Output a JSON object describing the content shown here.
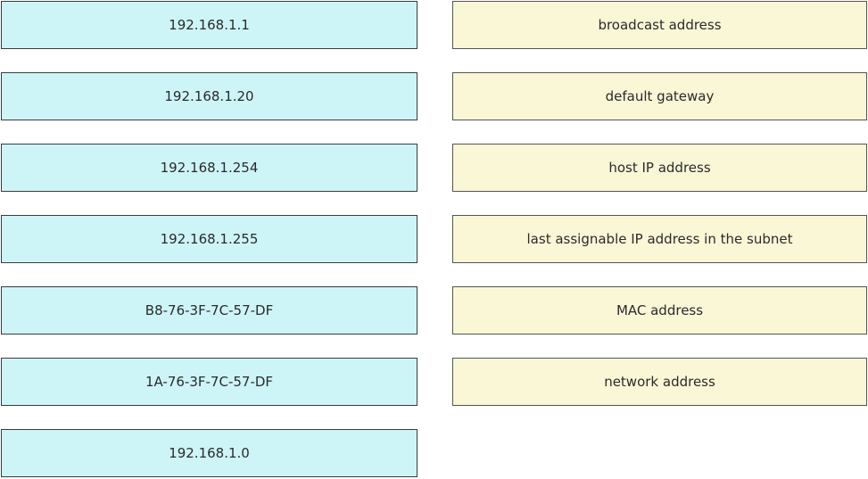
{
  "values": [
    "192.168.1.1",
    "192.168.1.20",
    "192.168.1.254",
    "192.168.1.255",
    "B8-76-3F-7C-57-DF",
    "1A-76-3F-7C-57-DF",
    "192.168.1.0"
  ],
  "descriptions": [
    "broadcast address",
    "default gateway",
    "host IP address",
    "last assignable IP address in the subnet",
    "MAC address",
    "network address"
  ],
  "colors": {
    "value_tile_bg": "#cdf5f8",
    "description_tile_bg": "#faf7d6",
    "tile_border": "#3b3b3b"
  }
}
